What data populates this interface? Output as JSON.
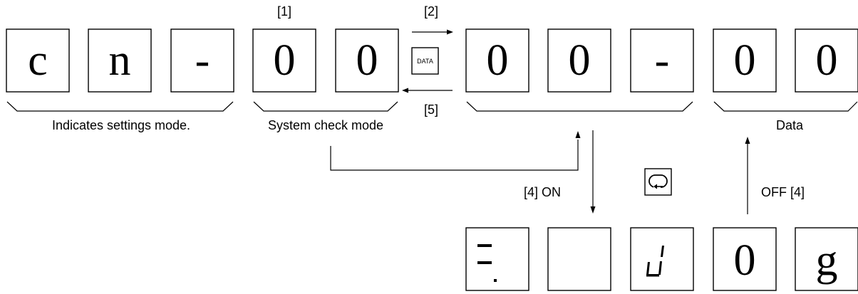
{
  "top_row": {
    "settings_mode": [
      "c",
      "n",
      "-"
    ],
    "system_check": [
      "0",
      "0"
    ],
    "data_key": "DATA",
    "item_number": [
      "0",
      "0",
      "-"
    ],
    "data_value": [
      "0",
      "0"
    ]
  },
  "labels": {
    "step1": "[1]",
    "step2": "[2]",
    "step5": "[5]",
    "settings_mode": "Indicates settings mode.",
    "system_check_mode": "System check mode",
    "data": "Data",
    "on": "[4] ON",
    "off": "OFF [4]"
  },
  "bottom_row": {
    "digits": [
      "",
      "",
      "",
      "0",
      "g"
    ],
    "icons": [
      "segment-equals-dot-icon",
      "blank-display",
      "segment-u-icon",
      "",
      ""
    ]
  },
  "keys": {
    "repeat": "repeat-key-icon"
  }
}
